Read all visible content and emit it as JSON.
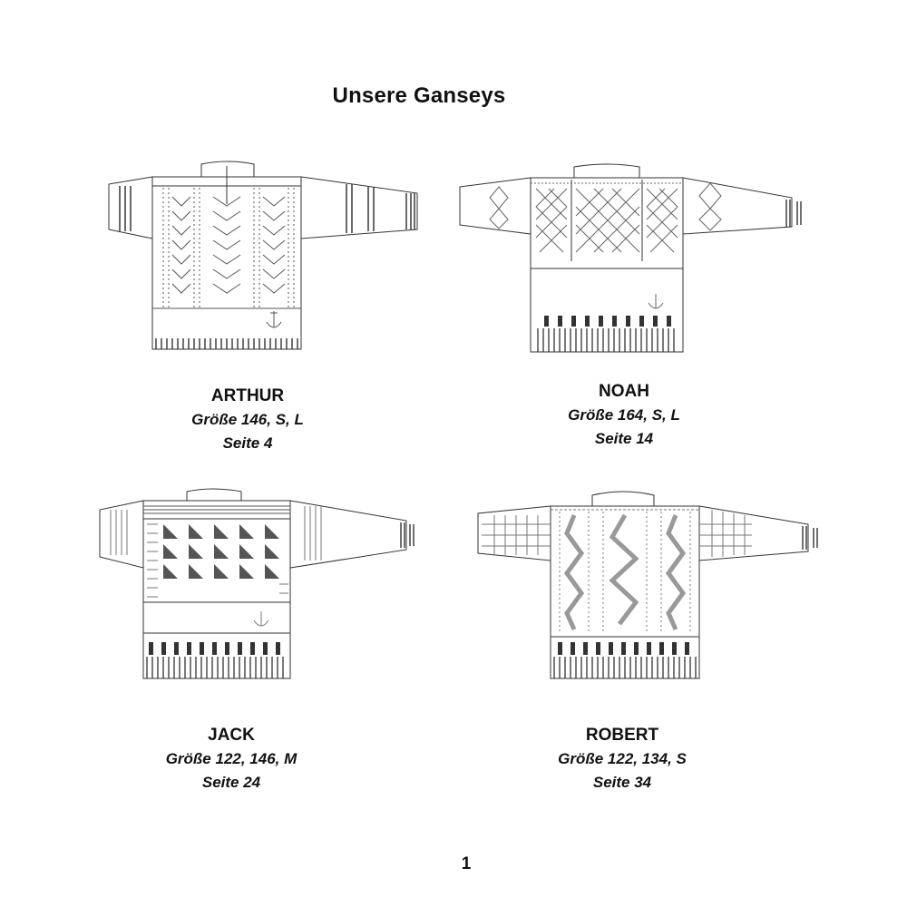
{
  "title": "Unsere Ganseys",
  "page_number": "1",
  "sweaters": [
    {
      "name": "ARTHUR",
      "sizes": "Größe 146, S, L",
      "page": "Seite 4"
    },
    {
      "name": "NOAH",
      "sizes": "Größe 164, S, L",
      "page": "Seite 14"
    },
    {
      "name": "JACK",
      "sizes": "Größe 122, 146, M",
      "page": "Seite 24"
    },
    {
      "name": "ROBERT",
      "sizes": "Größe 122, 134, S",
      "page": "Seite 34"
    }
  ]
}
